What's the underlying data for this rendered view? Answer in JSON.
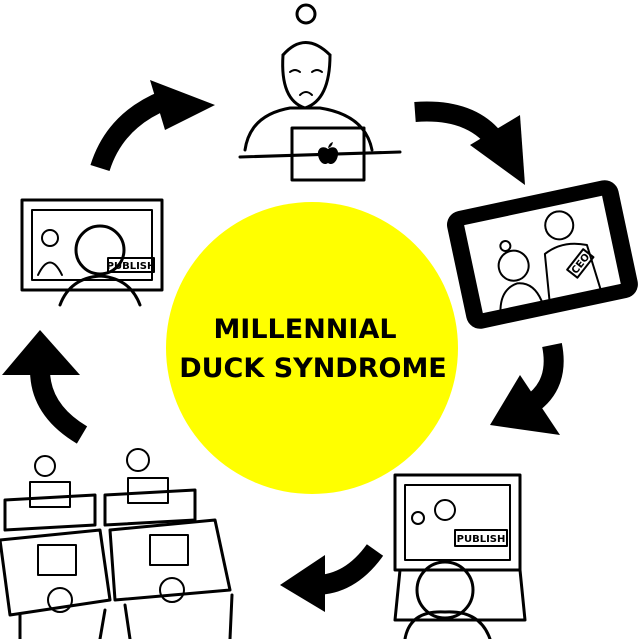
{
  "title": {
    "line1": "MILLENNIAL",
    "line2": "DUCK SYNDROME"
  },
  "scenes": {
    "left_monitor_label": "PUBLISH",
    "photo_badge": "CEO",
    "bottom_monitor_label": "PUBLISH"
  },
  "colors": {
    "circle": "#ffff00",
    "ink": "#000000"
  }
}
